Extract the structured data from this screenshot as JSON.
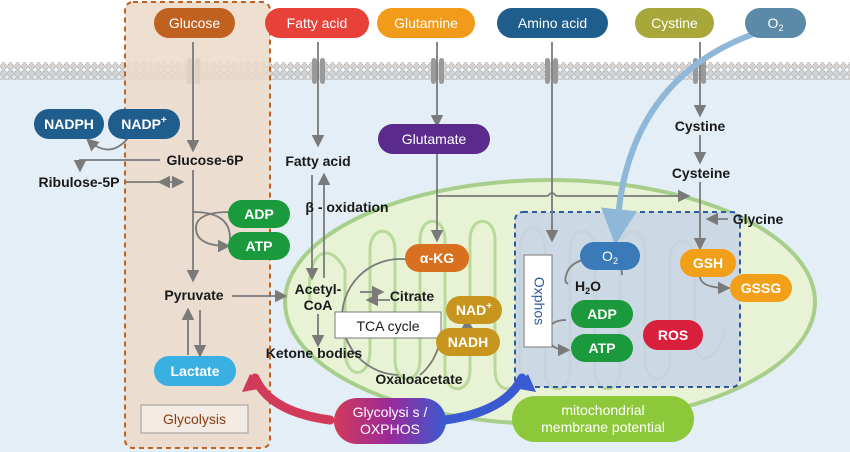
{
  "inputs": {
    "glucose": "Glucose",
    "fatty_acid": "Fatty acid",
    "glutamine": "Glutamine",
    "amino_acid": "Amino acid",
    "cystine": "Cystine",
    "o2": "O",
    "o2_sub": "2"
  },
  "glycolysis": {
    "nadph": "NADPH",
    "nadp": "NADP",
    "nadp_sup": "+",
    "glucose_6p": "Glucose-6P",
    "ribulose_5p": "Ribulose-5P",
    "adp": "ADP",
    "atp": "ATP",
    "pyruvate": "Pyruvate",
    "lactate": "Lactate",
    "label": "Glycolysis"
  },
  "lipid": {
    "fatty_acid": "Fatty acid",
    "beta_oxidation": "β - oxidation",
    "acetyl_1": "Acetyl-",
    "acetyl_2": "CoA",
    "ketone_bodies": "Ketone bodies"
  },
  "tca": {
    "glutamate": "Glutamate",
    "akg": "α-KG",
    "citrate": "Citrate",
    "cycle_label": "TCA cycle",
    "nad": "NAD",
    "nad_sup": "+",
    "nadh": "NADH",
    "oxaloacetate": "Oxaloacetate"
  },
  "oxphos": {
    "label": "Oxphos",
    "o2": "O",
    "o2_sub": "2",
    "h2o_1": "H",
    "h2o_sub": "2",
    "h2o_2": "O",
    "adp": "ADP",
    "atp": "ATP",
    "ros": "ROS"
  },
  "redox": {
    "cystine": "Cystine",
    "cysteine": "Cysteine",
    "glycine": "Glycine",
    "gsh": "GSH",
    "gssg": "GSSG"
  },
  "bottom": {
    "switch_1": "Glycolysi s /",
    "switch_2": "OXPHOS",
    "mmp_1": "mitochondrial",
    "mmp_2": "membrane potential"
  },
  "colors": {
    "glucose": "#c0611f",
    "fatty_acid": "#e8413a",
    "glutamine": "#f29a1a",
    "amino_acid": "#1f5d8c",
    "cystine": "#a8a83a",
    "o2": "#5a8aa8",
    "nadph": "#1f5d8c",
    "energy": "#1a9a3c",
    "lactate": "#3ab0e2",
    "glutamate": "#5a2a8c",
    "akg": "#d9701f",
    "nad": "#c8961e",
    "ros": "#d81f3c",
    "gsh": "#f2a01a",
    "switch": "#9a2a9a",
    "mmp": "#8cc83a"
  }
}
